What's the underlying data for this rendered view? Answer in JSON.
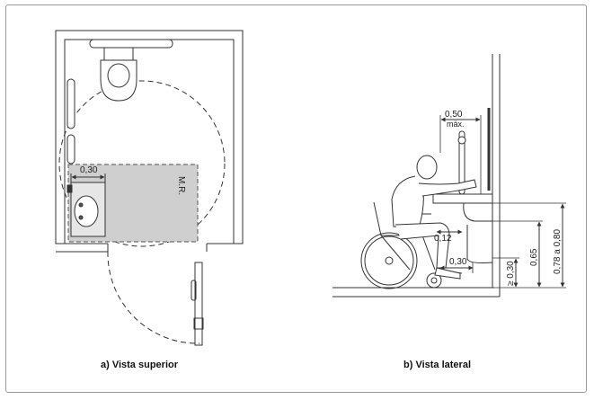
{
  "top_view": {
    "caption": "a) Vista superior",
    "dim_width": "0,30",
    "mr_label": "M.R."
  },
  "side_view": {
    "caption": "b) Vista lateral",
    "dim_reach": "0,50",
    "dim_reach_sub": "máx.",
    "dim_knee": "0,12",
    "dim_depth": "0,30",
    "dim_h_min": "≥ 0,30",
    "dim_h_mid": "0,65",
    "dim_h_max": "0,78 a 0,80"
  },
  "colors": {
    "ink": "#333333",
    "gray_area": "#cfcfcf"
  }
}
